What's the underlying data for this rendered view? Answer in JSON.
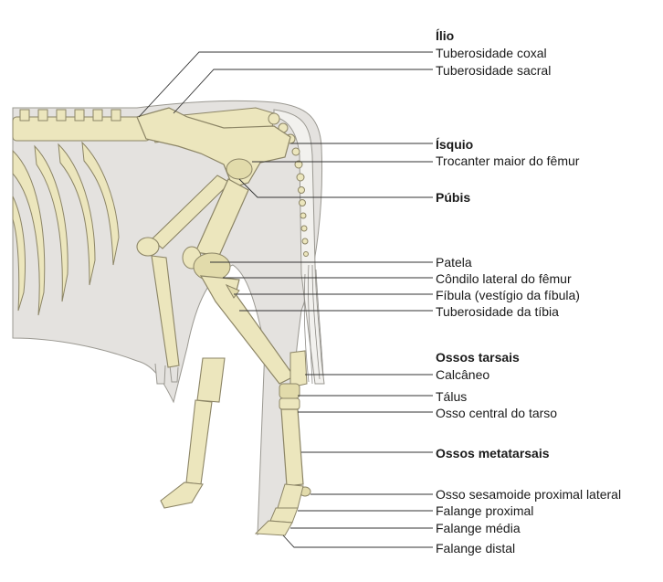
{
  "labels": {
    "ilio": "Ílio",
    "tuberosidade_coxal": "Tuberosidade coxal",
    "tuberosidade_sacral": "Tuberosidade sacral",
    "isquio": "Ísquio",
    "trocanter": "Trocanter maior do fêmur",
    "pubis": "Púbis",
    "patela": "Patela",
    "condilo": "Côndilo lateral do fêmur",
    "fibula": "Fíbula (vestígio da fíbula)",
    "tuberosidade_tibia": "Tuberosidade da tíbia",
    "ossos_tarsais": "Ossos tarsais",
    "calcaneo": "Calcâneo",
    "talus": "Tálus",
    "osso_central": "Osso central do tarso",
    "ossos_metatarsais": "Ossos metatarsais",
    "sesamoide": "Osso sesamoide proximal lateral",
    "falange_proximal": "Falange proximal",
    "falange_media": "Falange média",
    "falange_distal": "Falange distal"
  },
  "colors": {
    "body_fill": "#e4e2df",
    "bone_fill": "#ece6bd",
    "bone_stroke": "#8c8566",
    "leader_line": "#333333"
  }
}
